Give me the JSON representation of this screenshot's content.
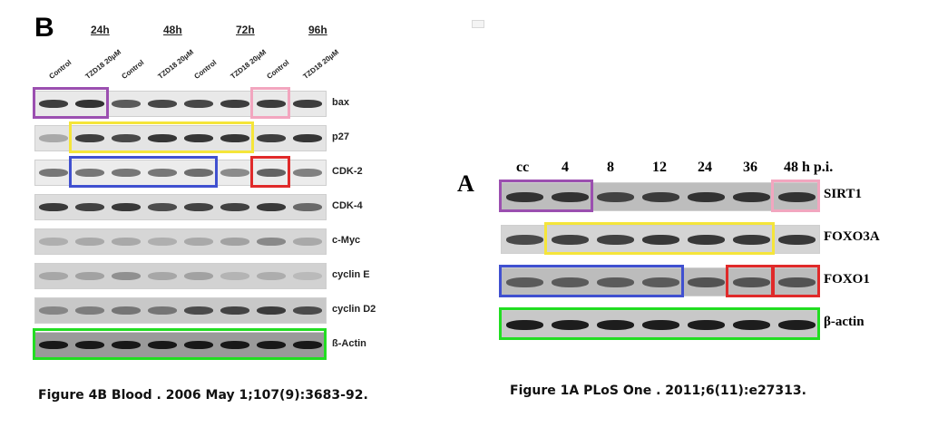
{
  "figure_b": {
    "panel_letter": "B",
    "time_points": [
      "24h",
      "48h",
      "72h",
      "96h"
    ],
    "lanes": [
      "Control",
      "TZD18 20μM",
      "Control",
      "TZD18 20μM",
      "Control",
      "TZD18 20μM",
      "Control",
      "TZD18 20μM"
    ],
    "rows": [
      {
        "label": "bax",
        "bg": "#e9e9e9",
        "band": "#1e1e1e",
        "intensity": [
          0.85,
          0.9,
          0.7,
          0.8,
          0.8,
          0.85,
          0.85,
          0.85
        ]
      },
      {
        "label": "p27",
        "bg": "#e4e4e4",
        "band": "#222222",
        "intensity": [
          0.3,
          0.85,
          0.8,
          0.9,
          0.9,
          0.9,
          0.85,
          0.9
        ]
      },
      {
        "label": "CDK-2",
        "bg": "#ececec",
        "band": "#2a2a2a",
        "intensity": [
          0.6,
          0.6,
          0.6,
          0.6,
          0.65,
          0.5,
          0.7,
          0.55
        ]
      },
      {
        "label": "CDK-4",
        "bg": "#dddddd",
        "band": "#1c1c1c",
        "intensity": [
          0.85,
          0.8,
          0.85,
          0.75,
          0.8,
          0.8,
          0.85,
          0.6
        ]
      },
      {
        "label": "c-Myc",
        "bg": "#d6d6d6",
        "band": "#555555",
        "intensity": [
          0.3,
          0.35,
          0.35,
          0.3,
          0.35,
          0.4,
          0.6,
          0.35
        ]
      },
      {
        "label": "cyclin E",
        "bg": "#d2d2d2",
        "band": "#5a5a5a",
        "intensity": [
          0.35,
          0.4,
          0.55,
          0.35,
          0.4,
          0.25,
          0.3,
          0.2
        ]
      },
      {
        "label": "cyclin D2",
        "bg": "#c8c8c8",
        "band": "#222222",
        "intensity": [
          0.4,
          0.45,
          0.5,
          0.5,
          0.75,
          0.8,
          0.85,
          0.75
        ]
      },
      {
        "label": "ß-Actin",
        "bg": "#9a9a9a",
        "band": "#111111",
        "intensity": [
          0.95,
          0.95,
          0.95,
          0.95,
          0.95,
          0.95,
          0.95,
          0.95
        ]
      }
    ],
    "highlights": [
      {
        "color": "#9b4fb0",
        "row": 0,
        "from": 0,
        "to": 1
      },
      {
        "color": "#f2a6bf",
        "row": 0,
        "from": 6,
        "to": 6
      },
      {
        "color": "#f5e53a",
        "row": 1,
        "from": 1,
        "to": 5
      },
      {
        "color": "#4050d0",
        "row": 2,
        "from": 1,
        "to": 4
      },
      {
        "color": "#e02a2a",
        "row": 2,
        "from": 6,
        "to": 6
      },
      {
        "color": "#22dd22",
        "row": 7,
        "from": 0,
        "to": 7
      }
    ],
    "caption": "Figure 4B Blood . 2006 May 1;107(9):3683-92."
  },
  "figure_a": {
    "panel_letter": "A",
    "columns": [
      "cc",
      "4",
      "8",
      "12",
      "24",
      "36",
      "48 h p.i."
    ],
    "rows": [
      {
        "label": "SIRT1",
        "bg": "#bdbdbd",
        "band": "#1a1a1a",
        "intensity": [
          0.85,
          0.85,
          0.75,
          0.8,
          0.85,
          0.85,
          0.85
        ]
      },
      {
        "label": "FOXO3A",
        "bg": "#d4d4d4",
        "band": "#1c1c1c",
        "intensity": [
          0.75,
          0.8,
          0.8,
          0.85,
          0.85,
          0.85,
          0.85
        ]
      },
      {
        "label": "FOXO1",
        "bg": "#bcbcbc",
        "band": "#1a1a1a",
        "intensity": [
          0.6,
          0.6,
          0.6,
          0.6,
          0.65,
          0.65,
          0.65
        ]
      },
      {
        "label": "β-actin",
        "bg": "#c8c8c8",
        "band": "#141414",
        "intensity": [
          0.95,
          0.95,
          0.95,
          0.95,
          0.95,
          0.95,
          0.95
        ]
      }
    ],
    "highlights": [
      {
        "color": "#9b4fb0",
        "row": 0,
        "from": 0,
        "to": 1
      },
      {
        "color": "#f2a6bf",
        "row": 0,
        "from": 6,
        "to": 6
      },
      {
        "color": "#f5e53a",
        "row": 1,
        "from": 1,
        "to": 5
      },
      {
        "color": "#4050d0",
        "row": 2,
        "from": 0,
        "to": 3
      },
      {
        "color": "#e02a2a",
        "row": 2,
        "from": 5,
        "to": 5
      },
      {
        "color": "#e02a2a",
        "row": 2,
        "from": 6,
        "to": 6
      },
      {
        "color": "#22dd22",
        "row": 3,
        "from": 0,
        "to": 6
      }
    ],
    "caption": "Figure 1A PLoS One . 2011;6(11):e27313."
  }
}
